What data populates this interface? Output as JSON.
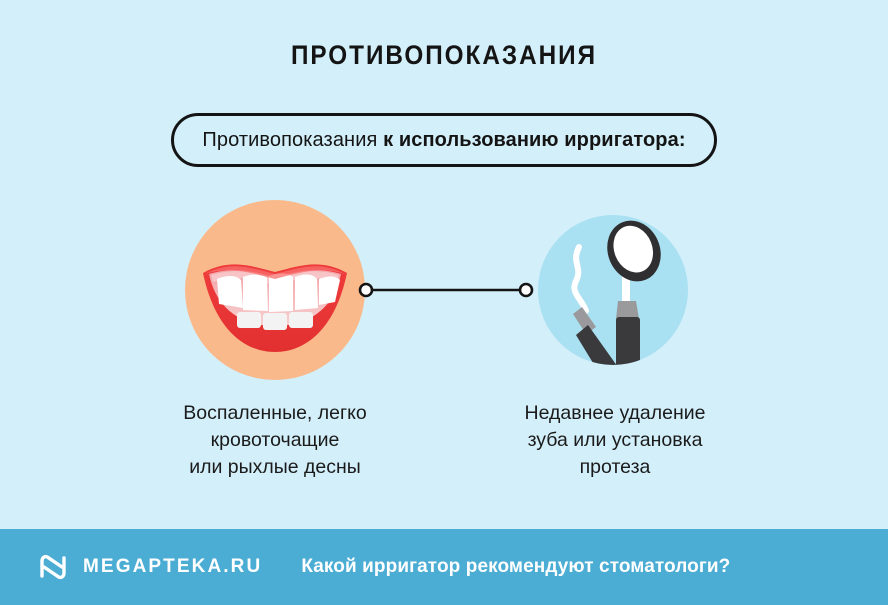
{
  "colors": {
    "background": "#d3effa",
    "ink": "#141414",
    "footer_bar": "#4cadd4",
    "circle_left_fill": "#fab98a",
    "circle_right_fill": "#a9e0f2",
    "lips": "#ef3b3b",
    "teeth": "#ffffff",
    "tool_handle": "#3a3a3c",
    "tool_ferrule": "#9a9a9c"
  },
  "header": {
    "title": "ПРОТИВОПОКАЗАНИЯ"
  },
  "subtitle_pill": {
    "text_regular": "Противопоказания ",
    "text_bold": "к использованию ирригатора:"
  },
  "items": [
    {
      "icon": "smiling-mouth-icon",
      "caption_lines": [
        "Воспаленные, легко",
        "кровоточащие",
        "или рыхлые десны"
      ]
    },
    {
      "icon": "dental-tools-icon",
      "caption_lines": [
        "Недавнее удаление",
        "зуба или установка",
        "протеза"
      ]
    }
  ],
  "connector": {
    "style": "line-with-end-dots"
  },
  "footer": {
    "logo_icon": "megapteka-m-logo-icon",
    "brand_name": "MEGAPTEKA.RU",
    "tagline": "Какой ирригатор рекомендуют стоматологи?"
  }
}
